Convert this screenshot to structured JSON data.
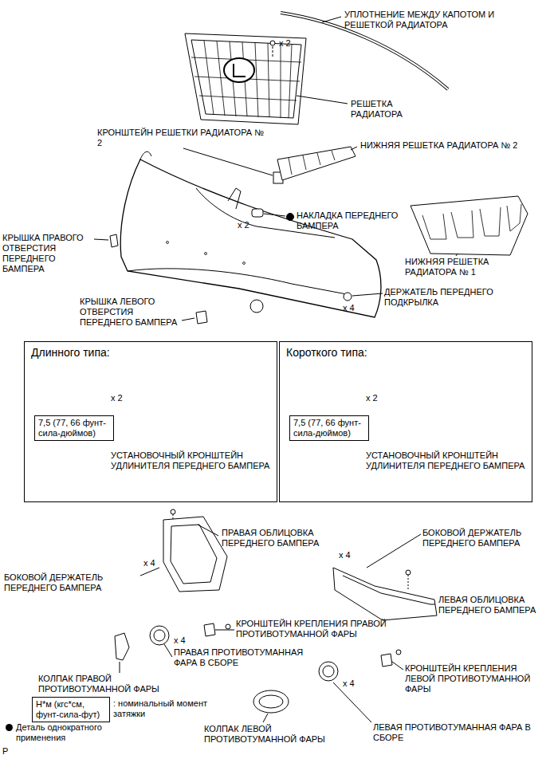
{
  "diagram": {
    "nodes": [
      {
        "text": [
          "Длинного типа:",
          "x 2",
          "УСТАНОВОЧНЫЙ КРОНШТЕЙН УДЛИНИТЕЛЯ ПЕРЕДНЕГО БАМПЕРА"
        ]
      },
      {
        "text": [
          "7,5 (77, 66 фунт-сила-дюймов)"
        ],
        "in": 0
      },
      {
        "text": [
          "Короткого типа:",
          "x 2",
          "УСТАНОВОЧНЫЙ КРОНШТЕЙН УДЛИНИТЕЛЯ ПЕРЕДНЕГО БАМПЕРА"
        ]
      },
      {
        "text": [
          "7,5 (77, 66 фунт-сила-дюймов)"
        ],
        "in": 2
      },
      {
        "text": [
          "Н*м (кгс*см, фунт-сила-фут)"
        ]
      }
    ],
    "edges": [],
    "labels": [
      "УПЛОТНЕНИЕ МЕЖДУ КАПОТОМ И РЕШЕТКОЙ РАДИАТОРА",
      "x 2",
      "РЕШЕТКА РАДИАТОРА",
      "КРОНШТЕЙН РЕШЕТКИ РАДИАТОРА № 2",
      "НИЖНЯЯ РЕШЕТКА РАДИАТОРА № 2",
      "x 2",
      "НАКЛАДКА ПЕРЕДНЕГО БАМПЕРА",
      "КРЫШКА ПРАВОГО ОТВЕРСТИЯ ПЕРЕДНЕГО БАМПЕРА",
      "НИЖНЯЯ РЕШЕТКА РАДИАТОРА № 1",
      "КРЫШКА ЛЕВОГО ОТВЕРСТИЯ ПЕРЕДНЕГО БАМПЕРА",
      "ДЕРЖАТЕЛЬ ПЕРЕДНЕГО ПОДКРЫЛКА",
      "x 4",
      "ПРАВАЯ ОБЛИЦОВКА ПЕРЕДНЕГО БАМПЕРА",
      "БОКОВОЙ ДЕРЖАТЕЛЬ ПЕРЕДНЕГО БАМПЕРА",
      "x 4",
      "БОКОВОЙ ДЕРЖАТЕЛЬ ПЕРЕДНЕГО БАМПЕРА",
      "x 4",
      "ЛЕВАЯ ОБЛИЦОВКА ПЕРЕДНЕГО БАМПЕРА",
      "КРОНШТЕЙН КРЕПЛЕНИЯ ПРАВОЙ ПРОТИВОТУМАННОЙ ФАРЫ",
      "x 4",
      "ПРАВАЯ ПРОТИВОТУМАННАЯ ФАРА В СБОРЕ",
      "КРОНШТЕЙН КРЕПЛЕНИЯ ЛЕВОЙ ПРОТИВОТУМАННОЙ ФАРЫ",
      "КОЛПАК ПРАВОЙ ПРОТИВОТУМАННОЙ ФАРЫ",
      "x 4",
      ": номинальный момент затяжки",
      "КОЛПАК ЛЕВОЙ ПРОТИВОТУМАННОЙ ФАРЫ",
      "ЛЕВАЯ ПРОТИВОТУМАННАЯ ФАРА В СБОРЕ",
      "P"
    ],
    "legend": [
      {
        "text": "Деталь однократного применения"
      }
    ]
  }
}
